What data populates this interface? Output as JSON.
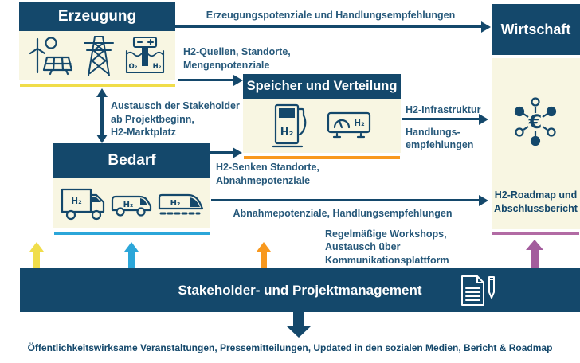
{
  "diagram": {
    "nodes": {
      "erzeugung": {
        "title": "Erzeugung"
      },
      "speicher": {
        "title": "Speicher und Verteilung"
      },
      "bedarf": {
        "title": "Bedarf"
      },
      "wirtschaft": {
        "title": "Wirtschaft"
      },
      "stakeholder": {
        "title": "Stakeholder- und Projektmanagement"
      },
      "roadmap": {
        "line1": "H2-Roadmap und",
        "line2": "Abschlussbericht"
      }
    },
    "edge_labels": {
      "erzeugung_wirtschaft": "Erzeugungspotenziale und Handlungsempfehlungen",
      "erzeugung_speicher": {
        "line1": "H2-Quellen, Standorte,",
        "line2": "Mengenpotenziale"
      },
      "erzeugung_bedarf": {
        "line1": "Austausch der Stakeholder",
        "line2": "ab Projektbeginn,",
        "line3": "H2-Marktplatz"
      },
      "bedarf_speicher": {
        "line1": "H2-Senken Standorte,",
        "line2": "Abnahmepotenziale"
      },
      "speicher_wirtschaft": {
        "line1": "H2-Infrastruktur",
        "line2": "Handlungs-",
        "line3": "empfehlungen"
      },
      "bedarf_wirtschaft": "Abnahmepotenziale, Handlungsempfehlungen",
      "stakeholder_up": {
        "line1": "Regelmäßige Workshops,",
        "line2": "Austausch über",
        "line3": "Kommunikationsplattform"
      },
      "stakeholder_down": "Öffentlichkeitswirksame Veranstaltungen, Pressemitteilungen, Updated in den sozialen Medien, Bericht & Roadmap"
    },
    "icon_texts": {
      "h2": "H₂",
      "o2": "O₂",
      "euro": "€",
      "minus": "−",
      "plus": "+"
    },
    "icons": [
      "wind-turbine-solar-icon",
      "power-pylon-icon",
      "electrolysis-icon",
      "h2-fuel-pump-icon",
      "h2-gauge-icon",
      "h2-truck-icon",
      "h2-van-icon",
      "h2-train-icon",
      "euro-network-icon",
      "document-pencil-icon"
    ],
    "colors": {
      "navy": "#14486B",
      "cream": "#F8F6E2",
      "yellow": "#F0DD4A",
      "cyan": "#2BA6D9",
      "orange": "#F8981D",
      "purple": "#A35C9D",
      "pink": "#B26BA4",
      "label_text": "#26587A",
      "white": "#FFFFFF"
    }
  }
}
